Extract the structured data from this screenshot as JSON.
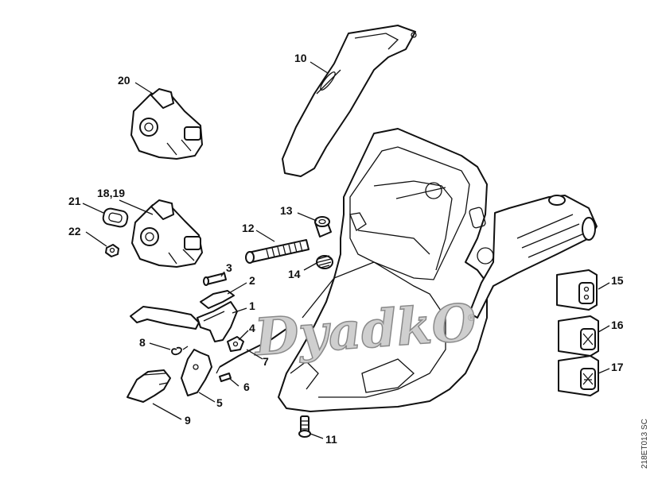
{
  "callouts": {
    "c1": "1",
    "c2": "2",
    "c3": "3",
    "c4": "4",
    "c5": "5",
    "c6": "6",
    "c7": "7",
    "c8": "8",
    "c9": "9",
    "c10": "10",
    "c11": "11",
    "c12": "12",
    "c13": "13",
    "c14": "14",
    "c15": "15",
    "c16": "16",
    "c17": "17",
    "c18_19": "18,19",
    "c20": "20",
    "c21": "21",
    "c22": "22"
  },
  "watermark": {
    "text": "DyadkO",
    "registered": "®"
  },
  "drawing_code": "218ET013 SC"
}
